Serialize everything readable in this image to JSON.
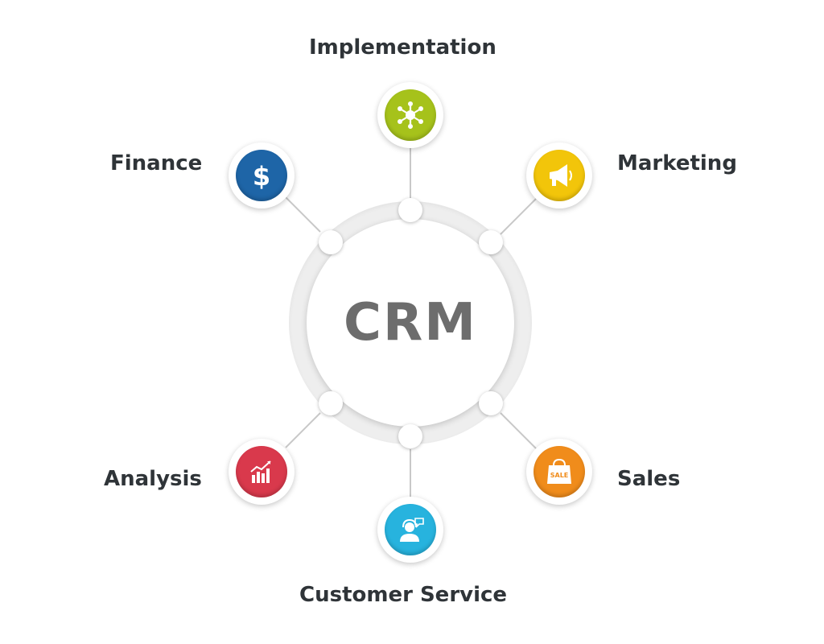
{
  "center": {
    "label": "CRM"
  },
  "nodes": [
    {
      "id": "implementation",
      "label": "Implementation",
      "icon": "network-icon",
      "color": "#a6c21b"
    },
    {
      "id": "marketing",
      "label": "Marketing",
      "icon": "megaphone-icon",
      "color": "#f2c50a"
    },
    {
      "id": "sales",
      "label": "Sales",
      "icon": "shopping-bag-icon",
      "color": "#f08c1b",
      "icon_text": "SALE"
    },
    {
      "id": "customer_service",
      "label": "Customer Service",
      "icon": "support-agent-icon",
      "color": "#27b3de"
    },
    {
      "id": "analysis",
      "label": "Analysis",
      "icon": "growth-chart-icon",
      "color": "#d9394c"
    },
    {
      "id": "finance",
      "label": "Finance",
      "icon": "dollar-icon",
      "color": "#1e65a7"
    }
  ],
  "colors": {
    "center_text": "#6d6d6d",
    "label_text": "#2f3438",
    "connector": "#c8c8c8",
    "ring": "#eeeeee"
  }
}
